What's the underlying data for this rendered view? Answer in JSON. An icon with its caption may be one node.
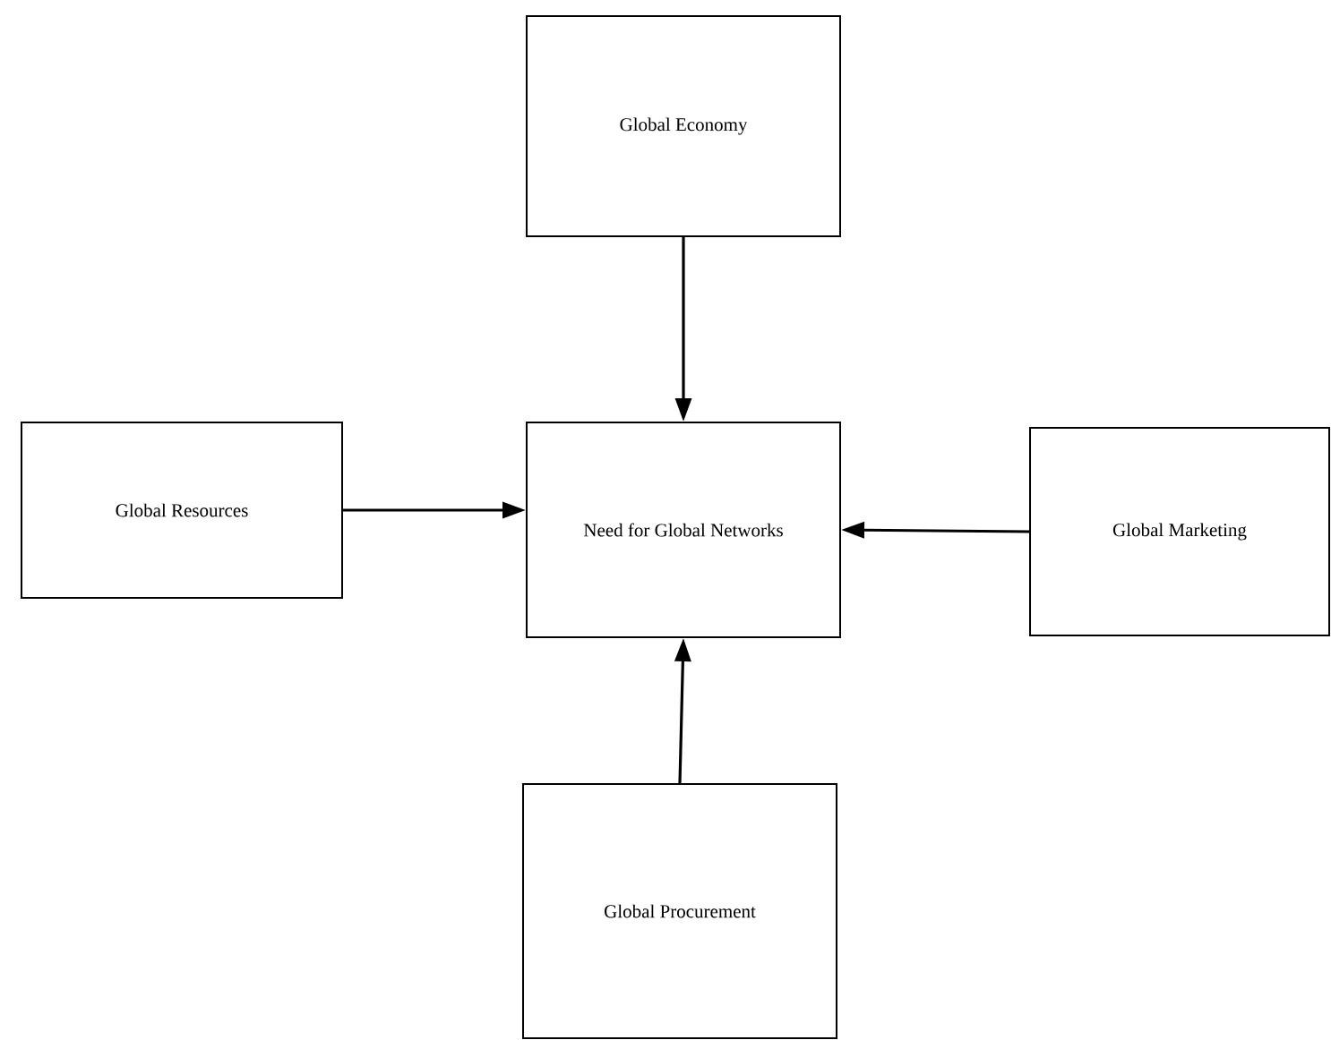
{
  "diagram": {
    "nodes": [
      {
        "text": [
          "Global Economy"
        ]
      },
      {
        "text": [
          "Global Resources"
        ]
      },
      {
        "text": [
          "Need for Global Networks"
        ]
      },
      {
        "text": [
          "Global Marketing"
        ]
      },
      {
        "text": [
          "Global Procurement"
        ]
      }
    ],
    "edges": [
      {
        "from": 0,
        "to": 2,
        "arrow": "to"
      },
      {
        "from": 1,
        "to": 2,
        "arrow": "to"
      },
      {
        "from": 3,
        "to": 2,
        "arrow": "to"
      },
      {
        "from": 4,
        "to": 2,
        "arrow": "to"
      }
    ]
  }
}
